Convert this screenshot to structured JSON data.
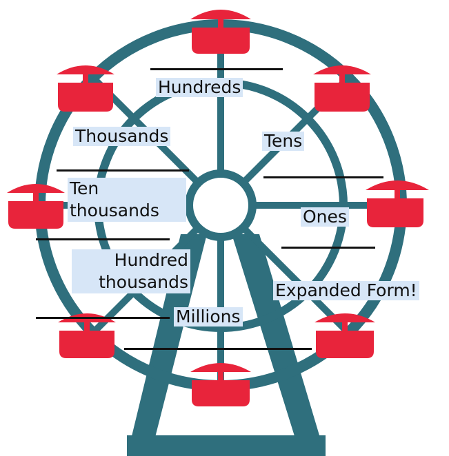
{
  "labels": {
    "hundreds": "Hundreds",
    "thousands": "Thousands",
    "tens": "Tens",
    "ten_thousands": "Ten thousands",
    "ones": "Ones",
    "hundred_thousands": "Hundred thousands",
    "expanded_form": "Expanded Form!",
    "millions": "Millions"
  },
  "colors": {
    "frame": "#2f6f7d",
    "cabin": "#e8243b",
    "label_bg": "#d7e6f7",
    "line": "#111111"
  },
  "icons": [
    "ferris-wheel-icon",
    "cabin-icon"
  ]
}
